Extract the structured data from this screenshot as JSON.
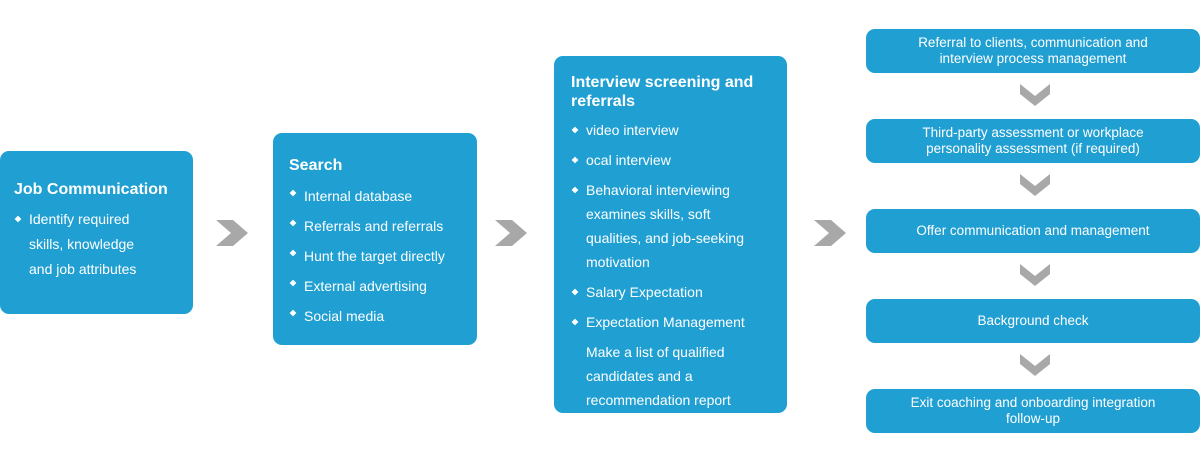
{
  "colors": {
    "box": "#1f9fd2",
    "arrow": "#a8a8a8",
    "text": "#ffffff"
  },
  "stages": [
    {
      "title": "Job Communication",
      "items": [
        {
          "bullet": true,
          "lines": [
            "Identify required",
            "skills, knowledge",
            "and job attributes"
          ]
        }
      ]
    },
    {
      "title": "Search",
      "items": [
        {
          "bullet": true,
          "lines": [
            "Internal database"
          ]
        },
        {
          "bullet": true,
          "lines": [
            "Referrals and referrals"
          ]
        },
        {
          "bullet": true,
          "lines": [
            "Hunt the target directly"
          ]
        },
        {
          "bullet": true,
          "lines": [
            "External advertising"
          ]
        },
        {
          "bullet": true,
          "lines": [
            "Social media"
          ]
        }
      ]
    },
    {
      "title": "Interview screening and referrals",
      "items": [
        {
          "bullet": true,
          "lines": [
            "video interview"
          ]
        },
        {
          "bullet": true,
          "lines": [
            "ocal interview"
          ]
        },
        {
          "bullet": true,
          "lines": [
            "Behavioral interviewing",
            "examines skills, soft",
            "qualities, and job-seeking",
            "motivation"
          ]
        },
        {
          "bullet": true,
          "lines": [
            "Salary Expectation"
          ]
        },
        {
          "bullet": true,
          "lines": [
            "Expectation Management"
          ]
        },
        {
          "bullet": false,
          "lines": [
            "Make a list of qualified",
            "candidates and a",
            "recommendation report"
          ]
        }
      ]
    }
  ],
  "steps": [
    {
      "lines": [
        "Referral to clients, communication and",
        "interview process management"
      ]
    },
    {
      "lines": [
        "Third-party assessment or workplace",
        "personality assessment (if required)"
      ]
    },
    {
      "lines": [
        "Offer communication and management"
      ]
    },
    {
      "lines": [
        "Background check"
      ]
    },
    {
      "lines": [
        "Exit coaching and onboarding integration",
        "follow-up"
      ]
    }
  ],
  "icons": {
    "flow_right": "chevron-right-icon",
    "flow_down": "chevron-down-icon"
  }
}
